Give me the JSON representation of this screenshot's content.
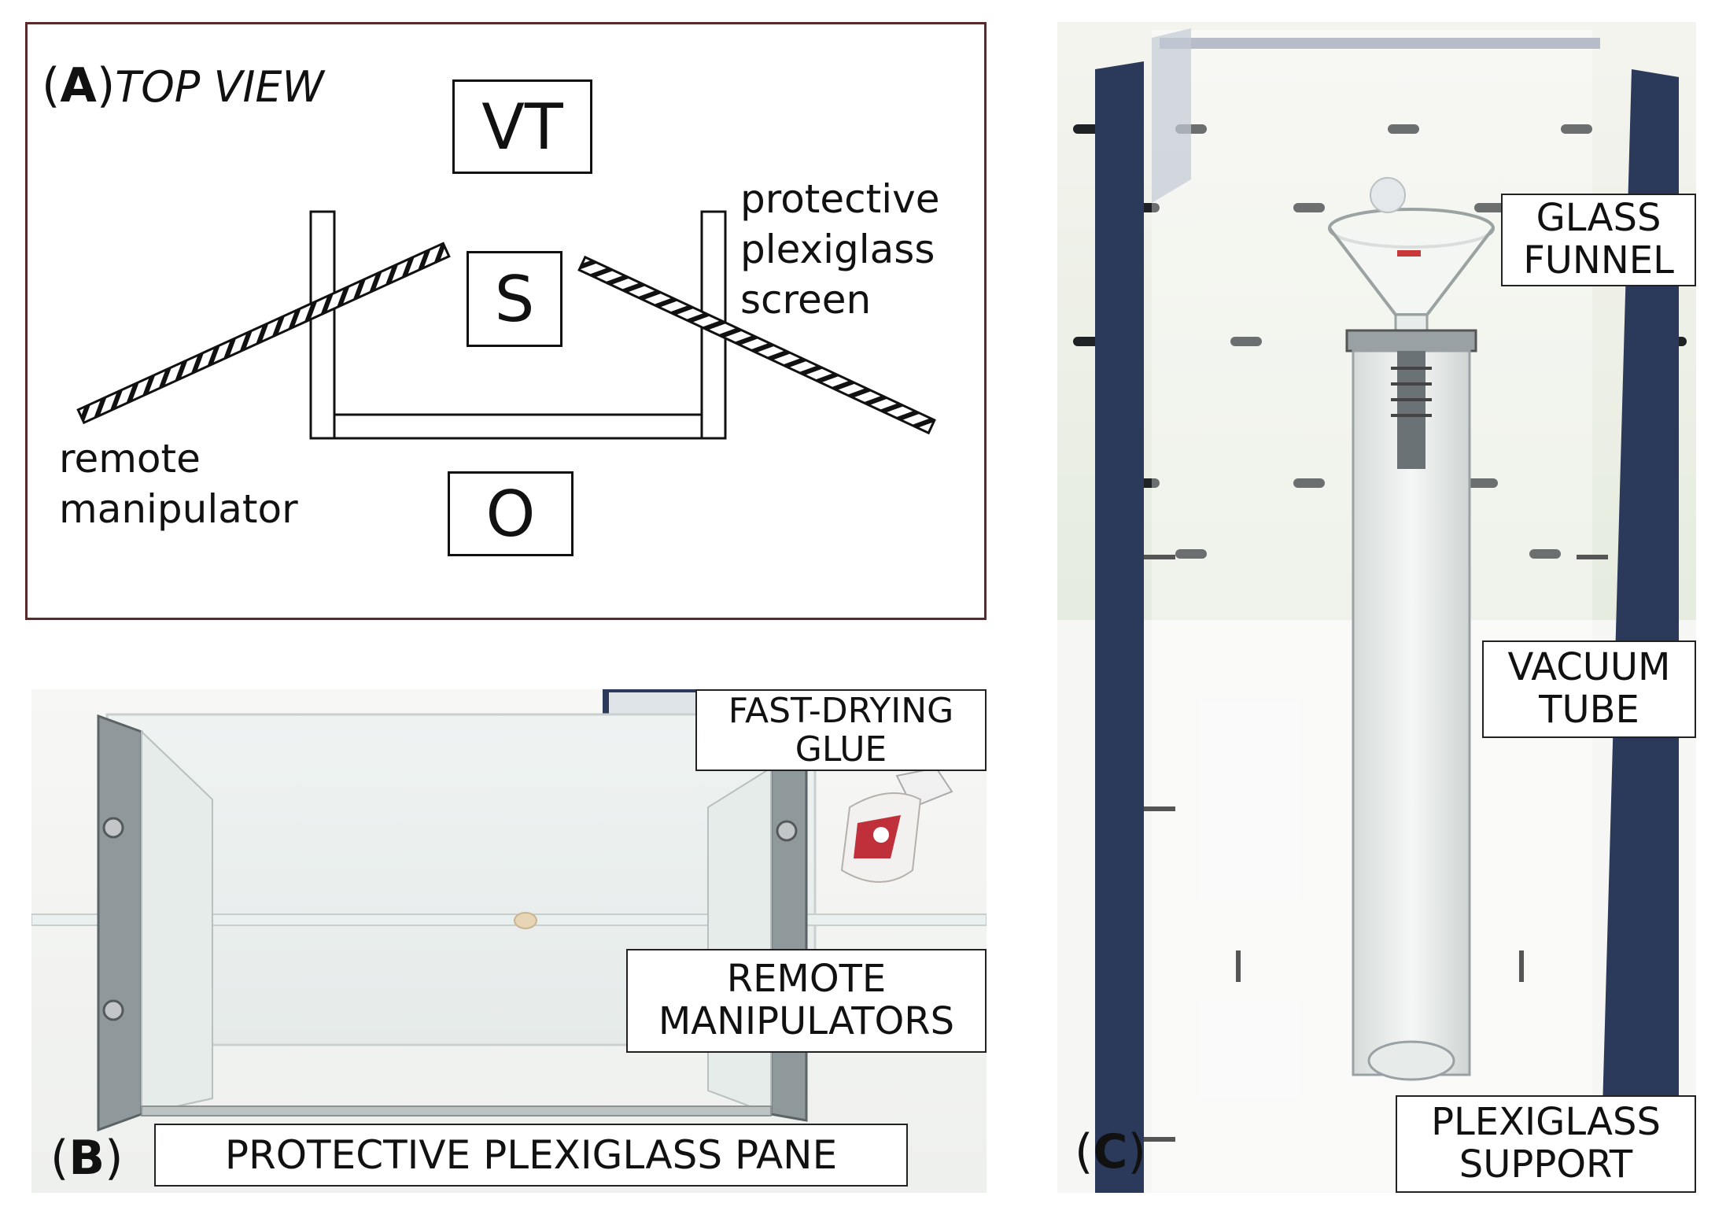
{
  "panel_a": {
    "letter": "A",
    "title": "TOP VIEW",
    "box_vt": "VT",
    "box_s": "S",
    "box_o": "O",
    "remote_manipulator": [
      "remote",
      "manipulator"
    ],
    "protective_screen": [
      "protective",
      "plexiglass",
      "screen"
    ]
  },
  "panel_b": {
    "letter": "B",
    "fast_drying_glue": [
      "FAST-DRYING",
      "GLUE"
    ],
    "remote_manipulators": [
      "REMOTE",
      "MANIPULATORS"
    ],
    "protective_pane": "PROTECTIVE PLEXIGLASS PANE"
  },
  "panel_c": {
    "letter": "C",
    "glass_funnel": [
      "GLASS",
      "FUNNEL"
    ],
    "vacuum_tube": [
      "VACUUM",
      "TUBE"
    ],
    "plexiglass_support": [
      "PLEXIGLASS",
      "SUPPORT"
    ]
  },
  "colors": {
    "frame_a": "#5a2a2a",
    "pane_edge": "#2b3a5a",
    "photo_bg": "#f4f5f2"
  }
}
